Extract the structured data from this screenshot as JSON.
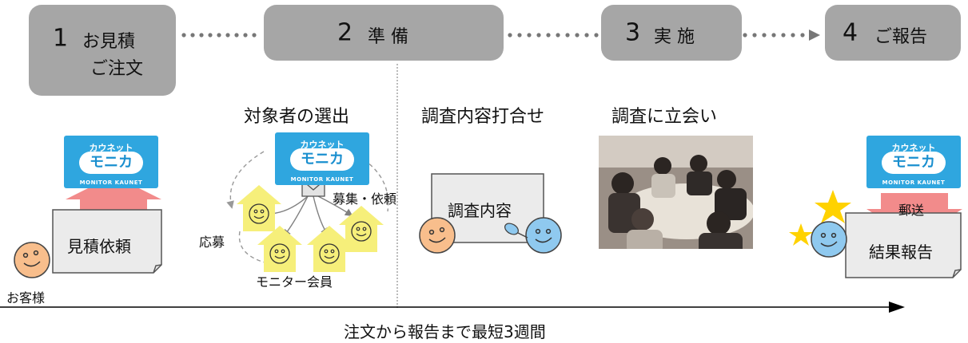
{
  "steps": [
    {
      "number": "1",
      "label_line1": "お見積",
      "label_line2": "ご注文"
    },
    {
      "number": "2",
      "label": "準 備"
    },
    {
      "number": "3",
      "label": "実 施"
    },
    {
      "number": "4",
      "label": "ご報告"
    }
  ],
  "phases": {
    "selection": "対象者の選出",
    "meeting": "調査内容打合せ",
    "attend": "調査に立会い"
  },
  "logo": {
    "top_text": "カウネット",
    "main_text": "モニカ",
    "bottom_text": "MONITOR KAUNET"
  },
  "labels": {
    "request_quote": "見積依頼",
    "customer": "お客様",
    "recruit": "募集・依頼",
    "apply": "応募",
    "members": "モニター会員",
    "survey_content": "調査内容",
    "mail": "郵送",
    "result_report": "結果報告"
  },
  "footer": "注文から報告まで最短3週間",
  "colors": {
    "step_box": "#a6a6a6",
    "logo_bg": "#2fa6df",
    "pink_arrow": "#f28b8b",
    "face_orange": "#f8be8c",
    "face_blue": "#8fc9ef",
    "house_yellow": "#f6ef7a",
    "star": "#ffd200"
  }
}
